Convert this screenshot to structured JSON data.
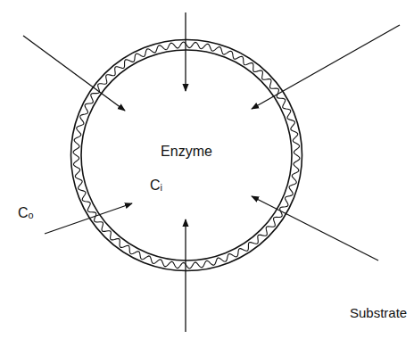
{
  "diagram": {
    "nodes": [
      {
        "text": [
          "Enzyme",
          "Cᵢ"
        ]
      }
    ],
    "labels": [
      "Cₒ",
      "Substrate"
    ]
  }
}
